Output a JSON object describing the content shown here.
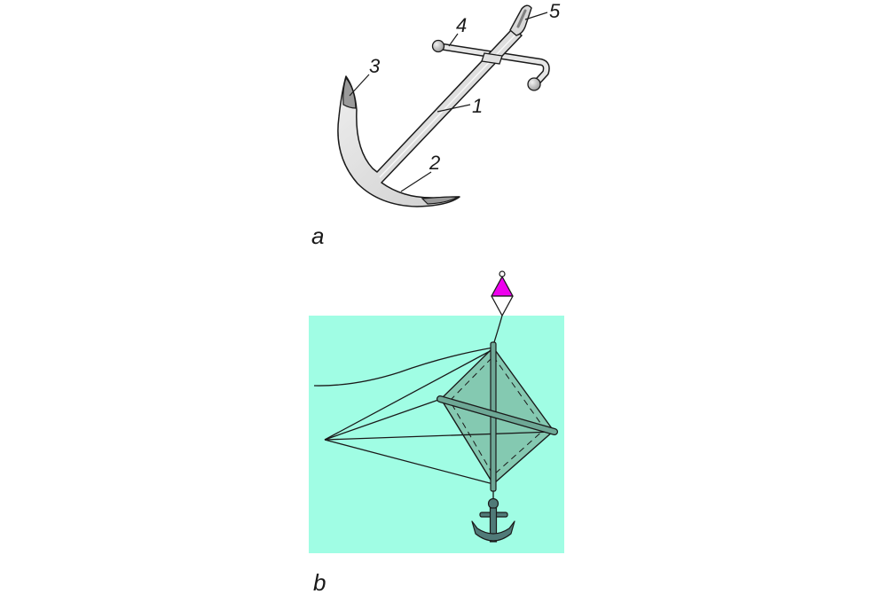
{
  "panels": {
    "a": {
      "label": "a",
      "callouts": [
        "1",
        "2",
        "3",
        "4",
        "5"
      ]
    },
    "b": {
      "label": "b"
    }
  },
  "colors": {
    "metal": "#dedede",
    "metal_dark": "#9a9a9a",
    "outline": "#1a1a1a",
    "water": "#a0fde4",
    "sail": "#7fbfa8",
    "buoy": "#ee00ee",
    "anchor": "#507a78",
    "background": "#ffffff"
  }
}
